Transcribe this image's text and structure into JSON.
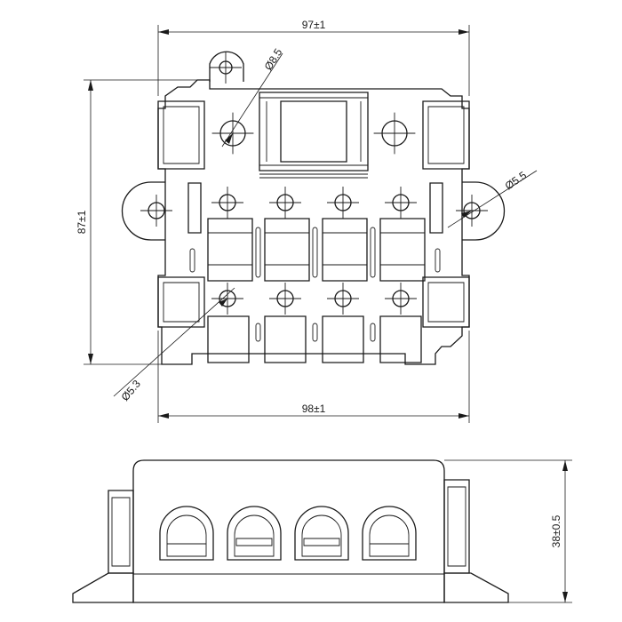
{
  "dimensions": {
    "top_width": "97±1",
    "bottom_width": "98±1",
    "height": "87±1",
    "side_height": "38±0.5",
    "hole_large": "Ø8.5",
    "hole_side": "Ø5.5",
    "hole_small": "Ø5.3"
  }
}
